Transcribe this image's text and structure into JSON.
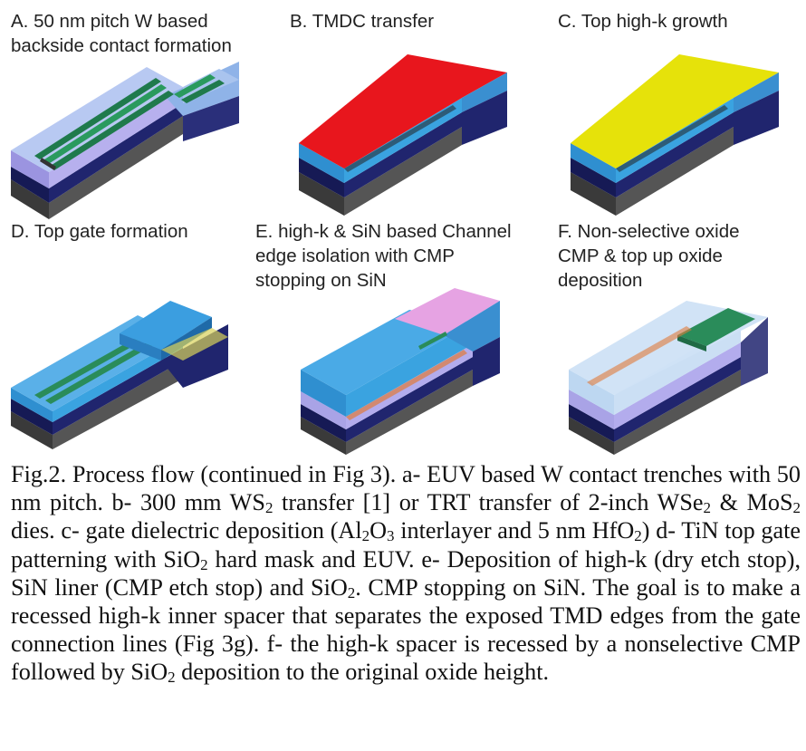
{
  "panels": [
    {
      "id": "A",
      "label": "A. 50 nm pitch W based\nbackside contact formation"
    },
    {
      "id": "B",
      "label": "B.  TMDC transfer"
    },
    {
      "id": "C",
      "label": "C.  Top high-k growth"
    },
    {
      "id": "D",
      "label": "D.  Top gate formation"
    },
    {
      "id": "E",
      "label": "E. high-k & SiN based Channel\nedge isolation with CMP\nstopping on SiN"
    },
    {
      "id": "F",
      "label": "F.  Non-selective oxide\nCMP & top up oxide\ndeposition"
    }
  ],
  "caption": {
    "figure": "Fig.2.",
    "segments": [
      {
        "t": "Fig.2. Process flow (continued in Fig 3). a- EUV based W contact trenches with 50 nm pitch. b- 300 mm WS"
      },
      {
        "t": "2",
        "sub": true
      },
      {
        "t": " transfer [1] or TRT transfer of 2-inch WSe"
      },
      {
        "t": "2",
        "sub": true
      },
      {
        "t": " & MoS"
      },
      {
        "t": "2",
        "sub": true
      },
      {
        "t": " dies. c- gate dielectric deposition (Al"
      },
      {
        "t": "2",
        "sub": true
      },
      {
        "t": "O"
      },
      {
        "t": "3",
        "sub": true
      },
      {
        "t": " interlayer and 5 nm HfO"
      },
      {
        "t": "2",
        "sub": true
      },
      {
        "t": ") d- TiN top gate patterning with SiO"
      },
      {
        "t": "2",
        "sub": true
      },
      {
        "t": " hard mask and EUV. e- Deposition of high-k (dry etch stop), SiN liner (CMP etch stop) and SiO"
      },
      {
        "t": "2",
        "sub": true
      },
      {
        "t": ". CMP stopping on SiN. The goal is to make a recessed high-k inner spacer that separates the exposed TMD edges from the gate connection lines (Fig 3g). f- the high-k spacer is recessed by a nonselective CMP followed by SiO"
      },
      {
        "t": "2",
        "sub": true
      },
      {
        "t": " deposition to the original oxide height."
      }
    ]
  },
  "colors": {
    "substrate_dark": "#4a4a4a",
    "base_navy": "#1c1f66",
    "oxide_lavender": "#a9a3e6",
    "oxide_blue": "#2f8fd0",
    "oxide_light": "#b6d3f0",
    "tmdc_red": "#e8161d",
    "highk_yellow": "#e6e20a",
    "contact_green": "#2a8c5a",
    "gate_blue": "#3b9ee0",
    "sin_pink": "#e6a3e3"
  }
}
